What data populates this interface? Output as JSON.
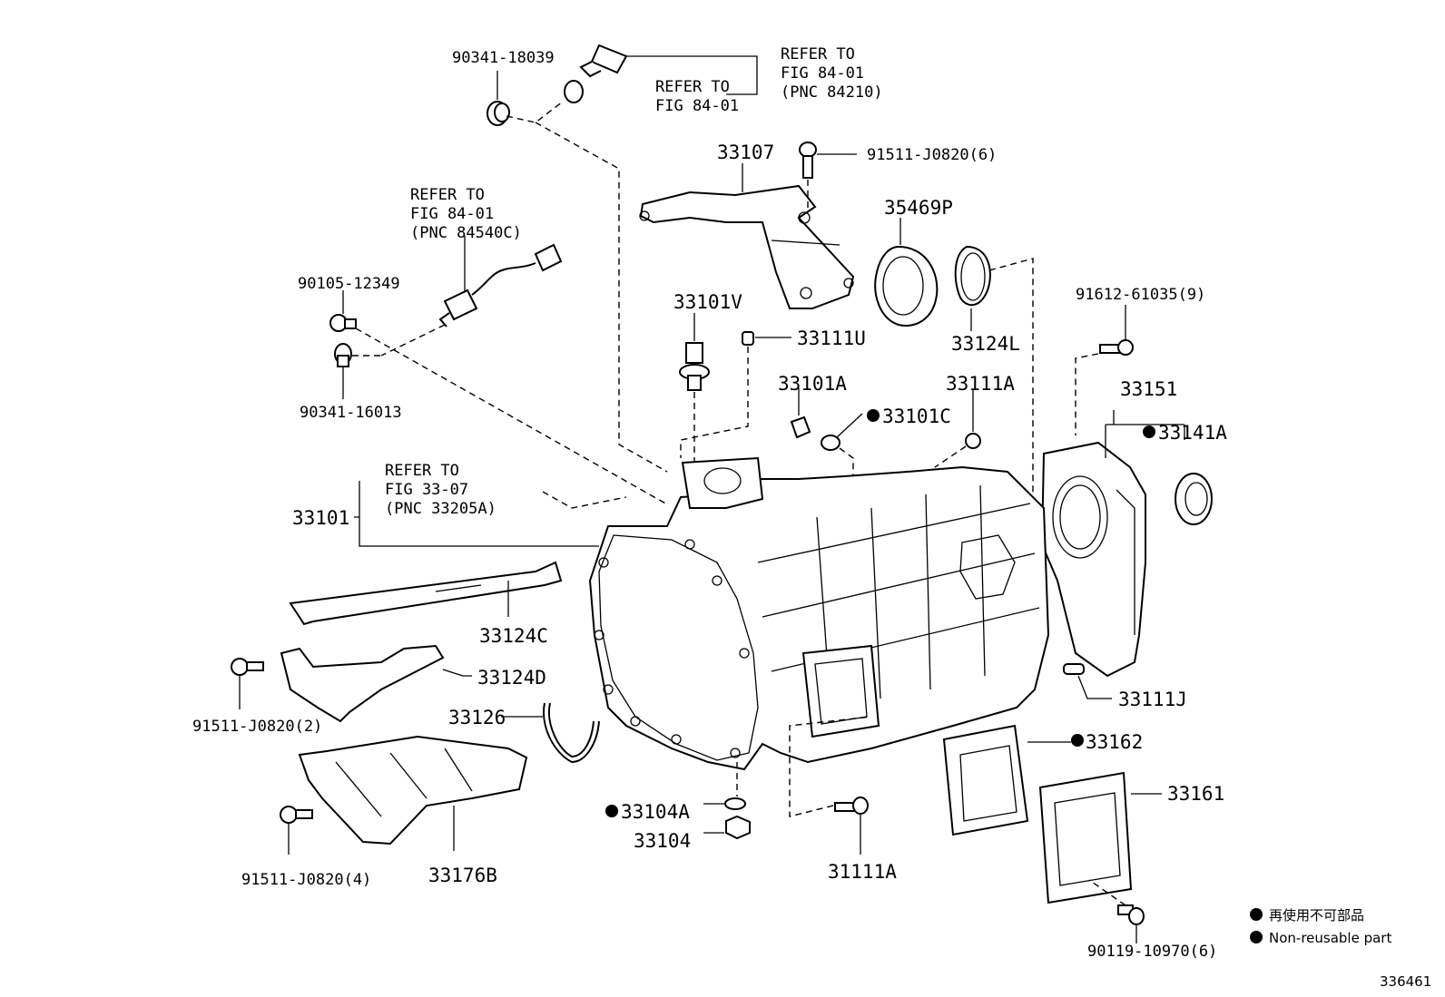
{
  "diagram_id": "336461",
  "refs": {
    "ref1_line1": "REFER TO",
    "ref1_line2": "FIG 84-01",
    "ref1_line3": "(PNC 84210)",
    "ref2_line1": "REFER TO",
    "ref2_line2": "FIG 84-01",
    "ref3_line1": "REFER TO",
    "ref3_line2": "FIG 84-01",
    "ref3_line3": "(PNC 84540C)",
    "ref4_line1": "REFER TO",
    "ref4_line2": "FIG 33-07",
    "ref4_line3": "(PNC 33205A)"
  },
  "parts": {
    "p90341_18039": "90341-18039",
    "p33107": "33107",
    "p91511_J0820_6": "91511-J0820(6)",
    "p35469P": "35469P",
    "p90105_12349": "90105-12349",
    "p90341_16013": "90341-16013",
    "p33101V": "33101V",
    "p33111U": "33111U",
    "p33124L": "33124L",
    "p91612_61035_9": "91612-61035(9)",
    "p33101A": "33101A",
    "p33101C": "33101C",
    "p33111A_top": "33111A",
    "p33151": "33151",
    "p33141A": "33141A",
    "p33101": "33101",
    "p33124C": "33124C",
    "p33124D": "33124D",
    "p91511_J0820_2": "91511-J0820(2)",
    "p33126": "33126",
    "p33111J": "33111J",
    "p33162": "33162",
    "p33161": "33161",
    "p33104A": "33104A",
    "p33104": "33104",
    "p31111A_bottom": "31111A",
    "p91511_J0820_4": "91511-J0820(4)",
    "p33176B": "33176B",
    "p90119_10970_6": "90119-10970(6)"
  },
  "legend": {
    "jp": "再使用不可部品",
    "en": "Non-reusable part"
  }
}
